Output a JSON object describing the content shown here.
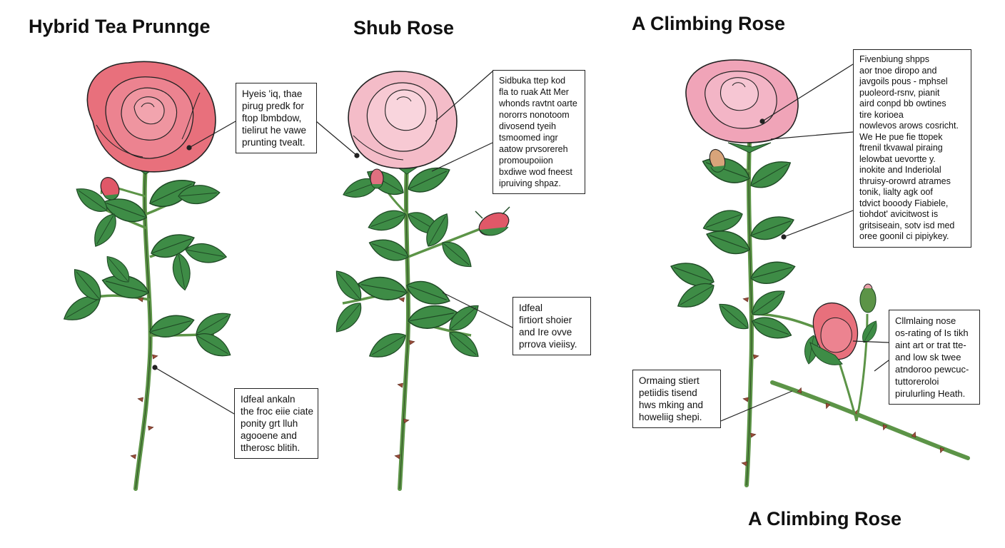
{
  "titles": {
    "hybrid_tea": "Hybrid Tea Prunnge",
    "shrub": "Shub Rose",
    "climbing_top": "A Climbing Rose",
    "climbing_bottom": "A Climbing Rose"
  },
  "notes": {
    "hybrid_tea_top": [
      "Hyeis 'iq, thae",
      "pirug predk for",
      "ftop lbmbdow,",
      "tielirut he vawe",
      "prunting tvealt."
    ],
    "hybrid_tea_bottom": [
      "Idfeal ankaln",
      "the froc eiie ciate",
      "ponity grt lluh",
      "agooene and",
      "ttherosc blitih."
    ],
    "shrub_top": [
      "Sidbuka ttep kod",
      "fla to ruak Att Mer",
      "whonds ravtnt oarte",
      "nororrs nonotoom",
      "divosend tyeih",
      "tsmoomed ingr",
      "aatow prvsorereh",
      "promoupoiion",
      "bxdiwe wod fneest",
      "ipruiving shpaz."
    ],
    "shrub_bottom": [
      "Idfeal",
      "firtiort shoier",
      "and Ire ovve",
      "prrova vieiisy."
    ],
    "climbing_top": [
      "Fivenbiung shpps",
      "aor tnoe diropo and",
      "javgoils pous - mphsel",
      "puoleord-rsnv, pianit",
      "aird conpd bb owtines",
      "tire korioea",
      "nowlevos arows cosricht.",
      "We He pue fie ttopek",
      "ftrenil tkvawal piraing",
      "lelowbat uevortte y.",
      "inokite and Inderiolal",
      "thruisy-orowrd atrames",
      "tonik, lialty agk oof",
      "tdvict booody Fiabiele,",
      "tiohdot' avicitwost is",
      "gritsiseain, sotv isd med",
      "oree goonil ci pipiykey."
    ],
    "climbing_mid": [
      "Cllmlaing nose",
      "os-rating of Is tikh",
      "aint art or trat tte-",
      "and low sk twee",
      "atndoroo pewcuc-",
      "tuttoreroloi",
      "pirulurling Heath."
    ],
    "climbing_low": [
      "Ormaing stiert",
      "petiidis tisend",
      "hws mking and",
      "howeliig shepi."
    ]
  },
  "colors": {
    "hybrid_tea_petal": "#e8707c",
    "shrub_petal": "#f4bcc8",
    "climbing_petal": "#f0a4b8",
    "bud": "#e05868",
    "leaf": "#3e8c46",
    "stem": "#5c9447",
    "thorn": "#9a4e3a",
    "outline": "#222222"
  }
}
